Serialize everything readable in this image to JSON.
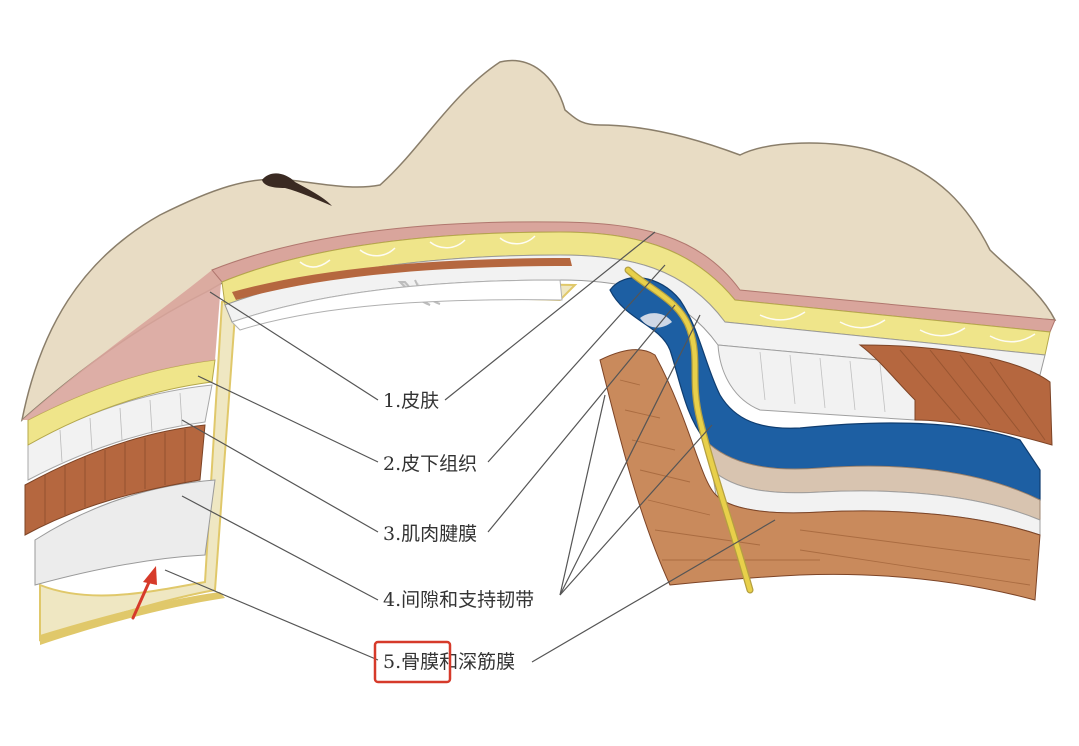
{
  "labels": [
    {
      "id": "skin",
      "text": "1.皮肤"
    },
    {
      "id": "subcutaneous",
      "text": "2.皮下组织"
    },
    {
      "id": "musculoaponeurotic",
      "text": "3.肌肉腱膜"
    },
    {
      "id": "spaces-ligaments",
      "text": "4.间隙和支持韧带"
    },
    {
      "id": "periosteum",
      "text": "5.骨膜和深筋膜"
    }
  ],
  "colors": {
    "skin_surface": "#e8dcc4",
    "dermis": "#d9a59c",
    "fat": "#efe58a",
    "fascia_white": "#ececec",
    "muscle": "#b5673f",
    "muscle_light": "#c98a5c",
    "bone": "#efe7c2",
    "bone_edge": "#e0c86a",
    "blue_fat": "#1d5fa3",
    "nerve": "#e8d04a",
    "annotation_red": "#d63a2a"
  },
  "annotations": {
    "highlight_box": "骨膜",
    "arrow": "red-arrow"
  }
}
